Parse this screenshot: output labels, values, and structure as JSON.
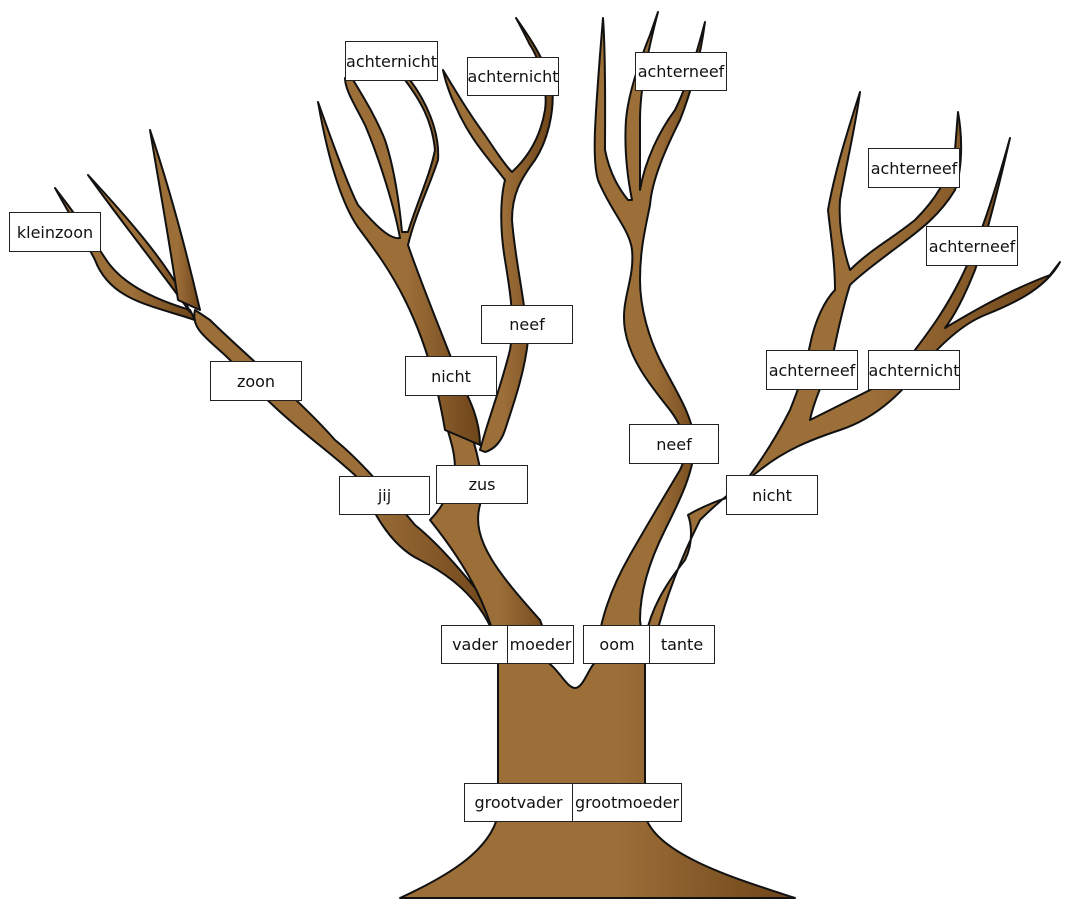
{
  "colors": {
    "trunk_light": "#9c6e38",
    "trunk_dark": "#6e4519",
    "outline": "#111111",
    "label_bg": "#ffffff"
  },
  "labels": {
    "grootvader": "grootvader",
    "grootmoeder": "grootmoeder",
    "vader": "vader",
    "moeder": "moeder",
    "oom": "oom",
    "tante": "tante",
    "jij": "jij",
    "zus": "zus",
    "zoon": "zoon",
    "kleinzoon": "kleinzoon",
    "nicht_left": "nicht",
    "neef_left": "neef",
    "achternicht_1": "achternicht",
    "achternicht_2": "achternicht",
    "achterneef_top": "achterneef",
    "neef_right": "neef",
    "nicht_right": "nicht",
    "achterneef_r1": "achterneef",
    "achterneef_r2": "achterneef",
    "achterneef_r3": "achterneef",
    "achternicht_r": "achternicht"
  }
}
